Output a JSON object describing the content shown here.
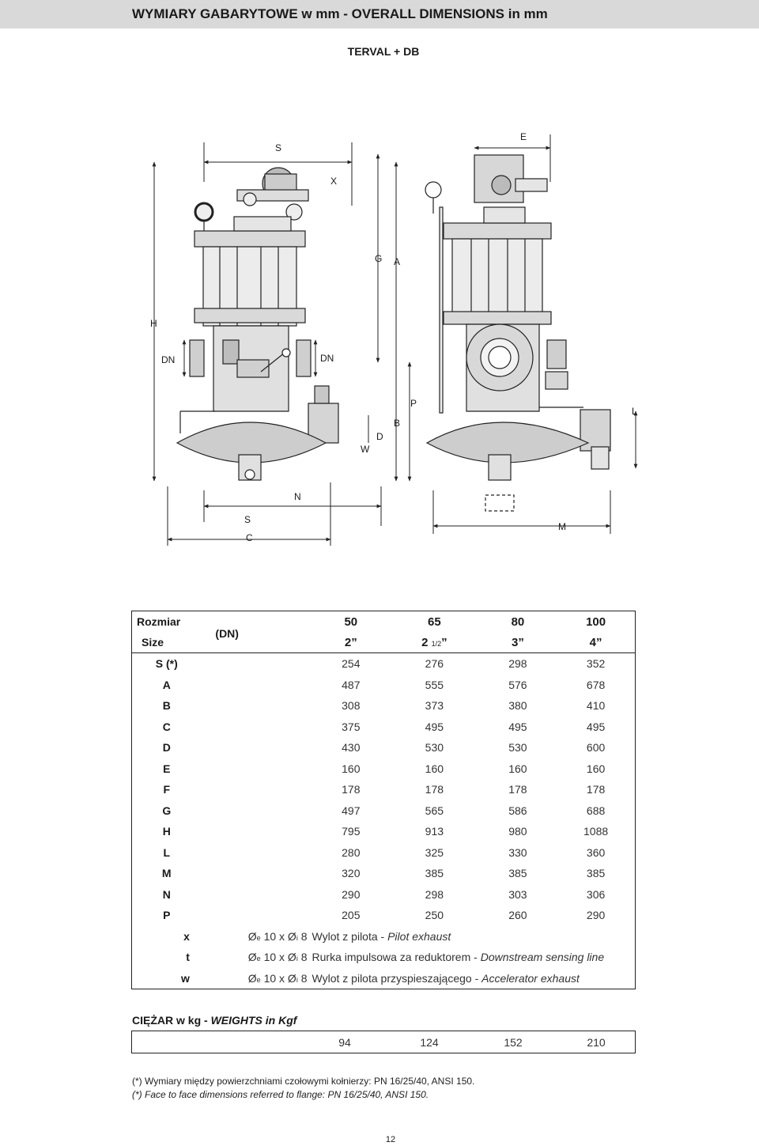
{
  "header": {
    "title": "WYMIARY GABARYTOWE w mm - OVERALL DIMENSIONS in mm"
  },
  "subtitle": "TERVAL + DB",
  "drawing": {
    "labels": {
      "S_top": "S",
      "X": "X",
      "E": "E",
      "G": "G",
      "A": "A",
      "H": "H",
      "DN_left": "DN",
      "DN_right": "DN",
      "P": "P",
      "L": "L",
      "B": "B",
      "D": "D",
      "W": "W",
      "N": "N",
      "S_bottom": "S",
      "C": "C",
      "M": "M"
    }
  },
  "table": {
    "header_rozmiar": "Rozmiar",
    "header_size": "Size",
    "header_dn": "(DN)",
    "dn_values": [
      "50",
      "65",
      "80",
      "100"
    ],
    "inch_values": [
      "2”",
      "2",
      "3”",
      "4”"
    ],
    "inch_fraction": "1/2",
    "inch_close": "”",
    "rows": [
      {
        "label": "S (*)",
        "values": [
          "254",
          "276",
          "298",
          "352"
        ]
      },
      {
        "label": "A",
        "values": [
          "487",
          "555",
          "576",
          "678"
        ]
      },
      {
        "label": "B",
        "values": [
          "308",
          "373",
          "380",
          "410"
        ]
      },
      {
        "label": "C",
        "values": [
          "375",
          "495",
          "495",
          "495"
        ]
      },
      {
        "label": "D",
        "values": [
          "430",
          "530",
          "530",
          "600"
        ]
      },
      {
        "label": "E",
        "values": [
          "160",
          "160",
          "160",
          "160"
        ]
      },
      {
        "label": "F",
        "values": [
          "178",
          "178",
          "178",
          "178"
        ]
      },
      {
        "label": "G",
        "values": [
          "497",
          "565",
          "586",
          "688"
        ]
      },
      {
        "label": "H",
        "values": [
          "795",
          "913",
          "980",
          "1088"
        ]
      },
      {
        "label": "L",
        "values": [
          "280",
          "325",
          "330",
          "360"
        ]
      },
      {
        "label": "M",
        "values": [
          "320",
          "385",
          "385",
          "385"
        ]
      },
      {
        "label": "N",
        "values": [
          "290",
          "298",
          "303",
          "306"
        ]
      },
      {
        "label": "P",
        "values": [
          "205",
          "250",
          "260",
          "290"
        ]
      }
    ],
    "pipes": [
      {
        "label": "x",
        "spec_a": "Ø",
        "sub_a": "e",
        "spec_b": " 10 x Ø",
        "sub_b": "i",
        "spec_c": " 8",
        "desc_pl": "Wylot z pilota - ",
        "desc_en": "Pilot exhaust"
      },
      {
        "label": "t",
        "spec_a": "Ø",
        "sub_a": "e",
        "spec_b": " 10 x Ø",
        "sub_b": "i",
        "spec_c": " 8",
        "desc_pl": "Rurka impulsowa za reduktorem - ",
        "desc_en": "Downstream sensing line"
      },
      {
        "label": "w",
        "spec_a": "Ø",
        "sub_a": "e",
        "spec_b": " 10 x Ø",
        "sub_b": "i",
        "spec_c": " 8",
        "desc_pl": "Wylot z pilota przyspieszającego - ",
        "desc_en": "Accelerator exhaust"
      }
    ]
  },
  "weights": {
    "title_pl": "CIĘŻAR w kg - ",
    "title_en": "WEIGHTS in Kgf",
    "values": [
      "94",
      "124",
      "152",
      "210"
    ]
  },
  "footnotes": {
    "pl": "(*) Wymiary między powierzchniami czołowymi kołnierzy: PN 16/25/40, ANSI 150.",
    "en": "(*) Face to face dimensions referred to flange: PN 16/25/40, ANSI 150."
  },
  "page_number": "12"
}
